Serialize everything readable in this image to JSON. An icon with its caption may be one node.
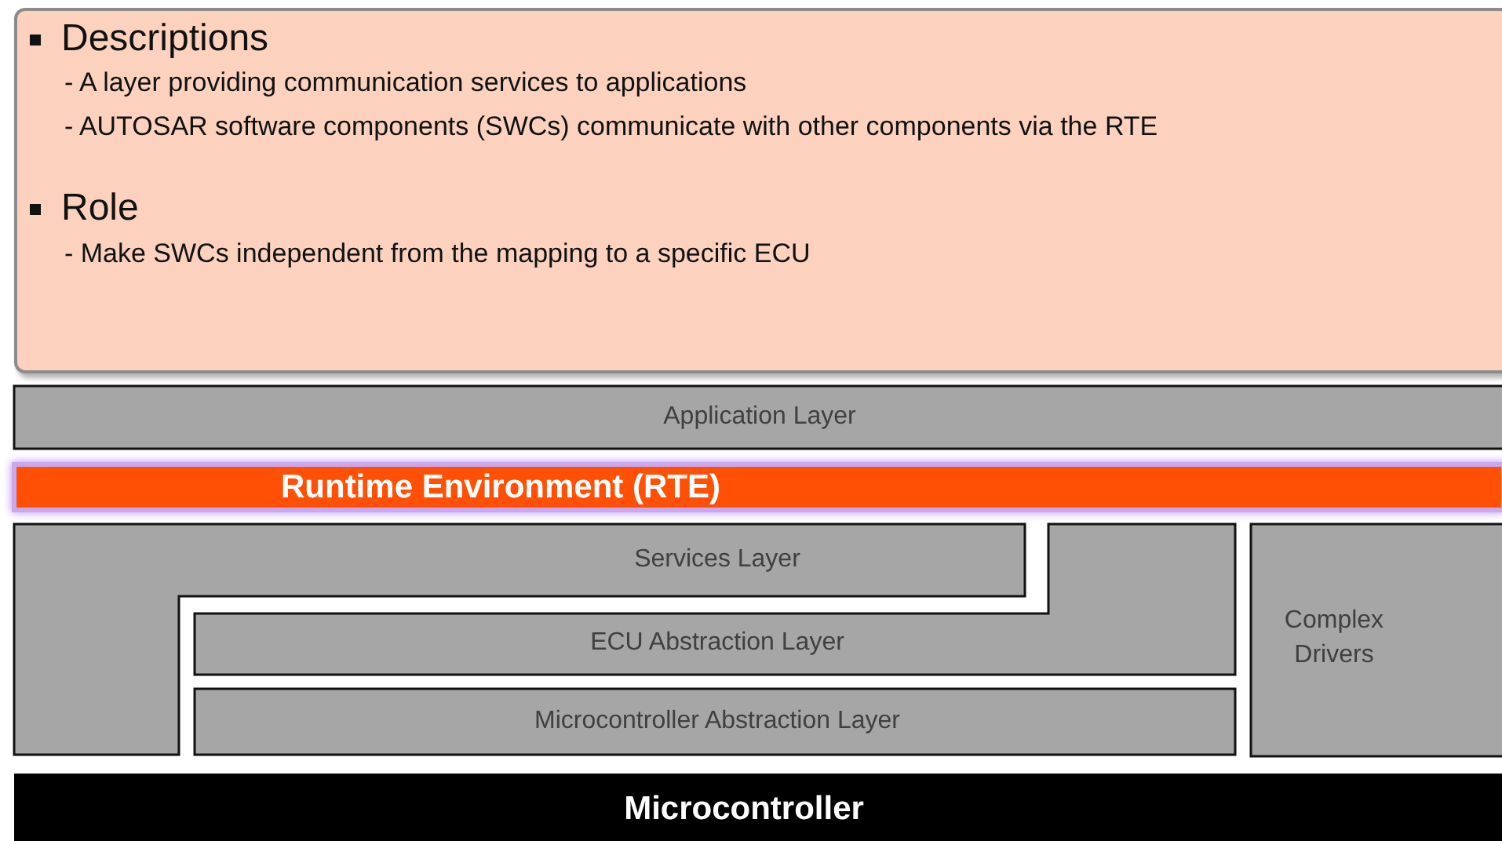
{
  "diagram": {
    "nodes": [
      {
        "text": [
          "Descriptions",
          "- A layer providing communication services to applications",
          "- AUTOSAR software components (SWCs) communicate with other components via the RTE",
          "Role",
          "- Make SWCs independent from the mapping to a specific ECU"
        ]
      },
      {
        "text": [
          "Application Layer"
        ]
      },
      {
        "text": [
          "Runtime Environment (RTE)"
        ]
      },
      {
        "text": [
          "Services Layer"
        ]
      },
      {
        "text": [
          "ECU Abstraction Layer"
        ]
      },
      {
        "text": [
          "Microcontroller Abstraction Layer"
        ]
      },
      {
        "text": [
          "Complex Drivers"
        ]
      },
      {
        "text": [
          "Microcontroller"
        ]
      }
    ]
  }
}
